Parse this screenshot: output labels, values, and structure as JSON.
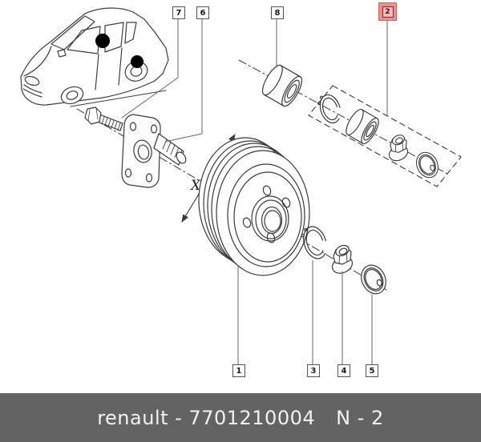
{
  "page": {
    "background": "#ffffff"
  },
  "callouts": {
    "selected_label": "2",
    "items": [
      {
        "label": "7",
        "part": "hub-bolt",
        "highlighted": false
      },
      {
        "label": "6",
        "part": "stub-axle-hub",
        "highlighted": false
      },
      {
        "label": "8",
        "part": "wheel-bearing",
        "highlighted": false
      },
      {
        "label": "2",
        "part": "bearing-kit",
        "highlighted": true
      },
      {
        "label": "1",
        "part": "brake-drum",
        "highlighted": false
      },
      {
        "label": "3",
        "part": "snap-ring",
        "highlighted": false
      },
      {
        "label": "4",
        "part": "hub-nut",
        "highlighted": false
      },
      {
        "label": "5",
        "part": "dust-cap",
        "highlighted": false
      }
    ]
  },
  "annotations": {
    "dimension_marker": "X"
  },
  "colors": {
    "line": "#3a3a3a",
    "leader": "#666666",
    "highlight_fill": "#ef8e8e",
    "highlight_border": "#da5f5f",
    "highlight_inner_fill": "#f2baba",
    "highlight_inner_border": "#7d2b2b",
    "footer_background": "#636363",
    "footer_text": "#f2f2f2"
  },
  "footer": {
    "reference": "renault - 7701210004",
    "page_code": "N - 2"
  }
}
